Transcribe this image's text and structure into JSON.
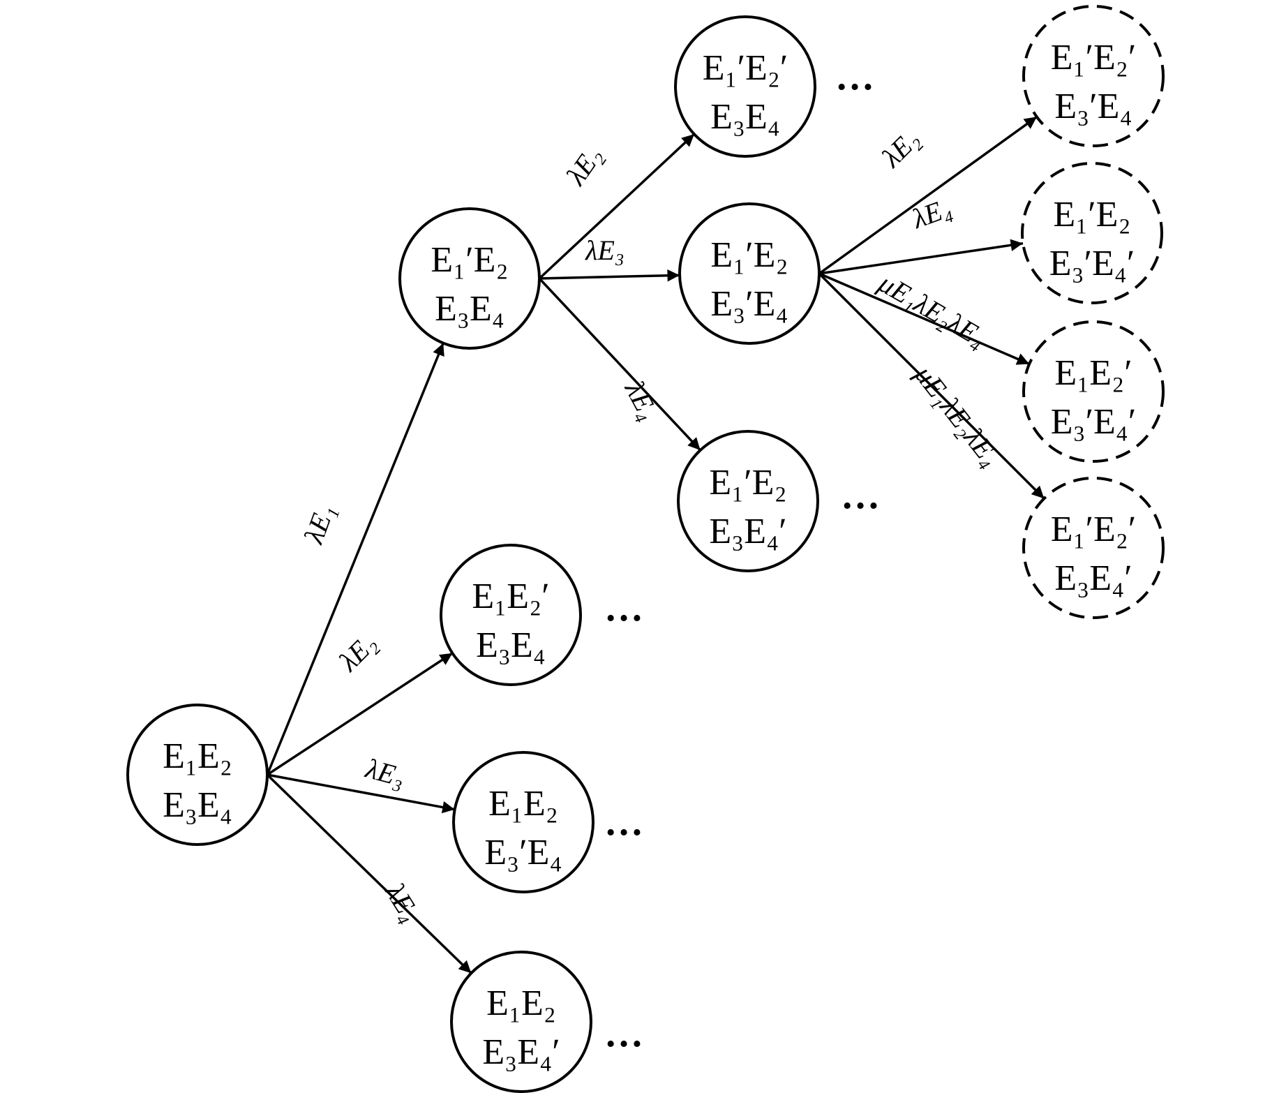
{
  "nodes": [
    {
      "id": "root",
      "line1": "E₁E₂",
      "line2": "E₃E₄",
      "dashed": false
    },
    {
      "id": "a",
      "line1": "E₁′E₂",
      "line2": "E₃E₄",
      "dashed": false
    },
    {
      "id": "b",
      "line1": "E₁E₂′",
      "line2": "E₃E₄",
      "dashed": false
    },
    {
      "id": "c",
      "line1": "E₁E₂",
      "line2": "E₃′E₄",
      "dashed": false
    },
    {
      "id": "d",
      "line1": "E₁E₂",
      "line2": "E₃E₄′",
      "dashed": false
    },
    {
      "id": "a1",
      "line1": "E₁′E₂′",
      "line2": "E₃E₄",
      "dashed": false
    },
    {
      "id": "a2",
      "line1": "E₁′E₂",
      "line2": "E₃′E₄",
      "dashed": false
    },
    {
      "id": "a3",
      "line1": "E₁′E₂",
      "line2": "E₃E₄′",
      "dashed": false
    },
    {
      "id": "r1",
      "line1": "E₁′E₂′",
      "line2": "E₃′E₄",
      "dashed": true
    },
    {
      "id": "r2",
      "line1": "E₁′E₂",
      "line2": "E₃′E₄′",
      "dashed": true
    },
    {
      "id": "r3",
      "line1": "E₁E₂′",
      "line2": "E₃′E₄′",
      "dashed": true
    },
    {
      "id": "r4",
      "line1": "E₁′E₂′",
      "line2": "E₃E₄′",
      "dashed": true
    }
  ],
  "edges": [
    {
      "from": "root",
      "to": "a",
      "label": "λE₁"
    },
    {
      "from": "root",
      "to": "b",
      "label": "λE₂"
    },
    {
      "from": "root",
      "to": "c",
      "label": "λE₃"
    },
    {
      "from": "root",
      "to": "d",
      "label": "λE₄"
    },
    {
      "from": "a",
      "to": "a1",
      "label": "λE₂"
    },
    {
      "from": "a",
      "to": "a2",
      "label": "λE₃"
    },
    {
      "from": "a",
      "to": "a3",
      "label": "λE₄"
    },
    {
      "from": "a2",
      "to": "r1",
      "label": "λE₂"
    },
    {
      "from": "a2",
      "to": "r2",
      "label": "λE₄"
    },
    {
      "from": "a2",
      "to": "r3",
      "label": "μE₁λE₂λE₄"
    },
    {
      "from": "a2",
      "to": "r4",
      "label": "μE₁λE₂λE₄"
    }
  ],
  "ellipsis": "…",
  "colors": {
    "stroke": "#000000",
    "background": "#ffffff"
  }
}
